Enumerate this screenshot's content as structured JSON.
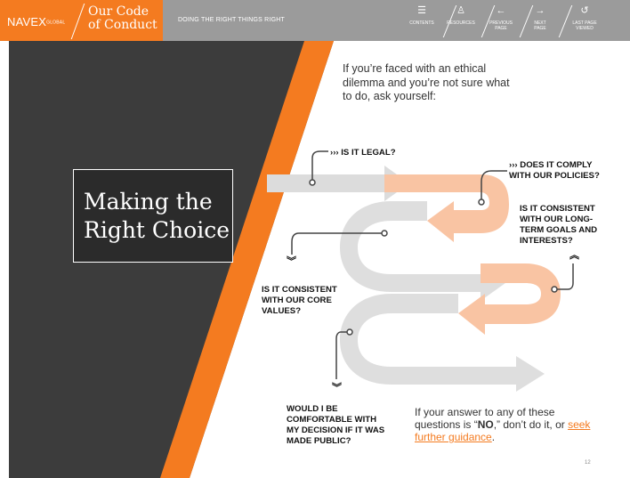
{
  "header": {
    "logo_text": "NAVEX",
    "logo_sub": "GLOBAL",
    "title_line1": "Our Code",
    "title_line2": "of Conduct",
    "tagline": "DOING THE RIGHT THINGS RIGHT",
    "nav": [
      {
        "label": "CONTENTS",
        "icon": "list-icon",
        "glyph": "☰"
      },
      {
        "label": "RESOURCES",
        "icon": "person-icon",
        "glyph": "♙"
      },
      {
        "label": "PREVIOUS PAGE",
        "icon": "arrow-left-icon",
        "glyph": "←"
      },
      {
        "label": "NEXT PAGE",
        "icon": "arrow-right-icon",
        "glyph": "→"
      },
      {
        "label": "LAST PAGE VIEWED",
        "icon": "rewind-icon",
        "glyph": "↺"
      }
    ]
  },
  "colors": {
    "orange": "#f47b20",
    "dark": "#3c3c3c",
    "gray": "#9b9b9b",
    "peach": "#f9c4a3",
    "lightgray": "#dcdcdc"
  },
  "page": {
    "title_line1": "Making the",
    "title_line2": "Right Choice",
    "intro": "If you’re faced with an ethical dilemma and you’re not sure what to do, ask yourself:",
    "questions": [
      {
        "marker": "›››",
        "text": "IS IT LEGAL?"
      },
      {
        "marker": "›››",
        "text": "DOES IT COMPLY WITH OUR POLICIES?"
      },
      {
        "marker": "︽",
        "text": "IS IT CONSISTENT WITH OUR LONG-TERM GOALS AND INTERESTS?"
      },
      {
        "marker": "︾",
        "text": "IS IT CONSISTENT WITH OUR CORE VALUES?"
      },
      {
        "marker": "︾",
        "text": "WOULD I BE COMFORTABLE WITH MY DECISION IF IT WAS MADE PUBLIC?"
      }
    ],
    "outro_prefix": "If your answer to any of these questions is “",
    "outro_no": "NO",
    "outro_mid": ",” don’t do it, or ",
    "outro_link": "seek further guidance",
    "outro_suffix": ".",
    "page_number": "12"
  }
}
